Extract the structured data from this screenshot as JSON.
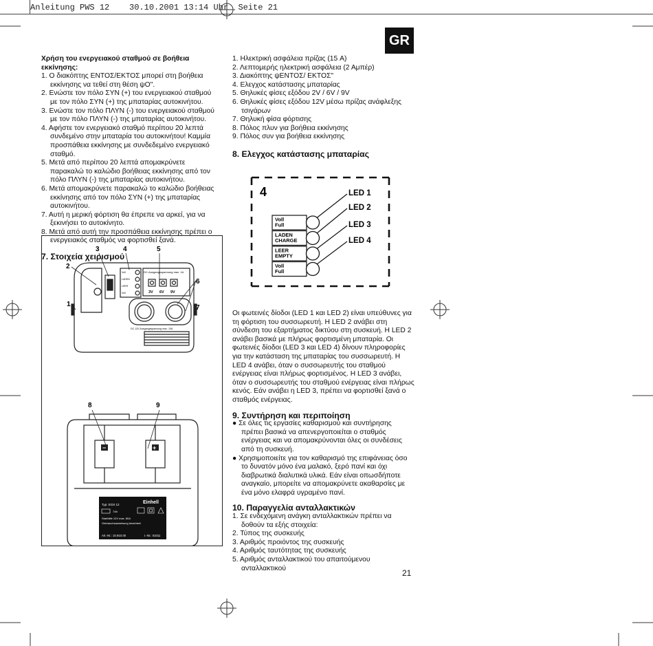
{
  "header": {
    "text": "Anleitung PWS 12    30.10.2001 13:14 Uhr  Seite 21"
  },
  "badge": "GR",
  "left": {
    "intro_title": "Χρήση του ενεργειακού σταθμού σε βοήθεια εκκίνησης:",
    "steps": [
      "1. Ο διακόπτης ΕΝΤΟΣ/ΕΚΤΟΣ μπορεί στη βοήθεια εκκίνησης να τεθεί στη θέση ψΟ\".",
      "2. Ενώστε τον πόλο ΣΥΝ (+) του ενεργειακού σταθμού με τον πόλο ΣΥΝ (+) της μπαταρίας αυτοκινήτου.",
      "3. Ενώστε τον πόλο ΠΛΥΝ (-) του ενεργειακού σταθμού με τον πόλο ΠΛΥΝ (-) της μπαταρίας αυτοκινήτου.",
      "4. Αφήστε τον ενεργειακό σταθμό περίπου 20 λεπτά συνδεμένο στην μπαταρία του αυτοκινήτου! Καμμία προσπάθεια εκκίνησης με συνδεδεμένο ενεργειακό σταθμό.",
      "5. Μετά από περίπου 20 λεπτά απομακρύνετε παρακαλώ το καλώδιο βοήθειας εκκίνησης από τον πόλο ΠΛΥΝ (-) της μπαταρίας αυτοκινήτου.",
      "6. Μετά απομακρύνετε παρακαλώ το καλώδιο βοήθειας εκκίνησης από τον πόλο ΣΥΝ (+) της μπαταρίας αυτοκινήτου.",
      "7. Αυτή η μερική φόρτιση θα έπρεπε να αρκεί, για να ξεκινήσει το αυτοκίνητο.",
      "8. Μετά από αυτή την προσπάθεια εκκίνησης πρέπει ο ενεργειακός σταθμός να φορτισθεί ξανά."
    ],
    "section7_title": "7. Στοιχεία χειρισμού",
    "figure": {
      "callouts": [
        "1",
        "2",
        "3",
        "4",
        "5",
        "6",
        "7",
        "8",
        "9"
      ],
      "panel_small": "DC-Ausgangsspannung max. 1A",
      "outputs": [
        "3V",
        "6V",
        "9V"
      ],
      "panel_bottom": "DC 12V Ausgangsspannung max. 10A",
      "indicator_labels": [
        "Voll",
        "LADEN",
        "LEER",
        "Voll"
      ],
      "minus": "−",
      "plus": "+",
      "plate_brand": "Einhell",
      "plate_type": "Typ: EGS 12",
      "plate_7ah": "7Ah",
      "plate_line1": "Starthilfe 12V max. 80A",
      "plate_line2": "Gebrauchsanweisung beachten!",
      "plate_art": "Art.-Nr.: 10.910.00",
      "plate_ident": "I.-Nr.: 01011"
    }
  },
  "right": {
    "parts": [
      "1. Ηλεκτρική ασφάλεια πρίζας (15 A)",
      "2. Λεπτομερής ηλεκτρική ασφάλεια (2 Αμπέρ)",
      "3. Διακόπτης ψΕΝΤΟΣ/ ΕΚΤΟΣ\"",
      "4. Ελεγχος κατάστασης μπαταρίας",
      "5. Θηλυκές φίσες εξόδου 2V / 6V / 9V",
      "6. Θηλυκές φίσες εξόδου 12V μέσω πρίζας ανάφλεξης τσιγάρων",
      "7. Θηλυκή φίσα φόρτισης",
      "8. Πόλος πλυν για βοήθεια εκκίνησης",
      "9. Πόλος συν για βοήθεια εκκίνησης"
    ],
    "section8_title": "8. Ελεγχος κατάστασης μπαταρίας",
    "led_figure": {
      "num": "4",
      "leds": [
        "LED 1",
        "LED 2",
        "LED 3",
        "LED 4"
      ],
      "boxes": [
        {
          "l1": "Voll",
          "l2": "Full"
        },
        {
          "l1": "LADEN",
          "l2": "CHARGE"
        },
        {
          "l1": "LEER",
          "l2": "EMPTY"
        },
        {
          "l1": "Voll",
          "l2": "Full"
        }
      ]
    },
    "section8_text": "Οι φωτεινές δίοδοι (LED 1 και LED 2) είναι υπεύθυνες για τη φόρτιση του συσσωρευτή. Η LED 2 ανάβει στη σύνδεση του εξαρτήματος δικτύου στη συσκευή. Η LED 2 ανάβει βασικά με πλήρως φορτισμένη μπαταρία. Οι φωτεινές δίοδοι (LED 3 και LED 4) δίνουν πληροφορίες για την κατάσταση της μπαταρίας του συσσωρευτή. Η LED 4 ανάβει, όταν ο συσσωρευτής του σταθμού ενέργειας είναι πλήρως φορτισμένος. Η LED 3 ανάβει, όταν ο συσσωρευτής του σταθμού ενέργειας είναι πλήρως κενός. Εάν ανάβει η LED 3, πρέπει να φορτισθεί ξανά ο σταθμός ενέργειας.",
    "section9_title": "9. Συντήρηση και περιποίηση",
    "section9_items": [
      "● Σε όλες τις εργασίες καθαρισμού και συντήρησης πρέπει βασικά να απενεργοποιείται ο σταθμός ενέργειας και να απομακρύνονται όλες οι συνδέσεις από τη συσκευή.",
      "● Χρησιμοποιείτε για τον καθαρισμό της επιφάνειας όσο το δυνατόν μόνο ένα μαλακό, ξερό πανί και όχι διαβρωτικά διαλυτικά υλικά. Εάν είναι οπωσδήποτε αναγκαίο, μπορείτε να απομακρύνετε ακαθαρσίες με ένα μόνο ελαφρά υγραμένο πανί."
    ],
    "section10_title": "10. Παραγγελία ανταλλακτικών",
    "section10_items": [
      "1. Σε ενδεχόμενη ανάγκη ανταλλακτικών πρέπει να δοθούν τα εξής στοιχεία:",
      "2. Τύπος της συσκευής",
      "3. Αριθμός προιόντος της συσκευής",
      "4. Αριθμός ταυτότητας της συσκευής",
      "5. Αριθμός ανταλλακτικού του απαιτούμενου ανταλλακτικού"
    ]
  },
  "page_number": "21"
}
